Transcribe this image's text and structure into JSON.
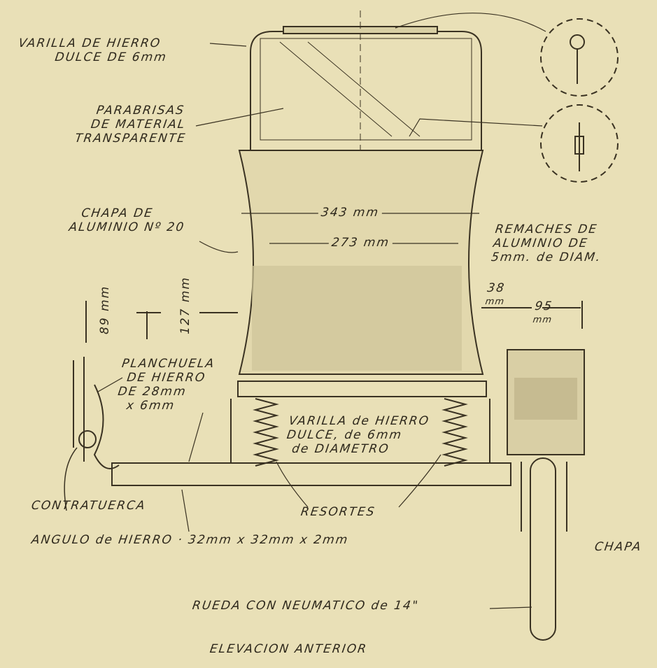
{
  "title": "ELEVACION ANTERIOR",
  "labels": {
    "varilla_top_1": "VARILLA DE HIERRO",
    "varilla_top_2": "DULCE DE 6mm",
    "parabrisas_1": "PARABRISAS",
    "parabrisas_2": "DE MATERIAL",
    "parabrisas_3": "TRANSPARENTE",
    "chapa_1": "CHAPA DE",
    "chapa_2": "ALUMINIO Nº 20",
    "remaches_1": "REMACHES DE",
    "remaches_2": "ALUMINIO DE",
    "remaches_3": "5mm. de DIAM.",
    "planchuela_1": "PLANCHUELA",
    "planchuela_2": "DE HIERRO",
    "planchuela_3": "DE 28mm",
    "planchuela_4": "x 6mm",
    "varilla_mid_1": "VARILLA de HIERRO",
    "varilla_mid_2": "DULCE, de 6mm",
    "varilla_mid_3": "de DIAMETRO",
    "contratuerca": "CONTRATUERCA",
    "resortes": "RESORTES",
    "angulo": "ANGULO de HIERRO · 32mm x 32mm x 2mm",
    "chapa_right": "CHAPA",
    "rueda": "RUEDA CON NEUMATICO de 14\""
  },
  "dimensions": {
    "d343": "343 mm",
    "d273": "273 mm",
    "d89": "89 mm",
    "d127": "127 mm",
    "d38": "38",
    "d38_unit": "mm",
    "d95": "95",
    "d95_unit": "mm"
  },
  "colors": {
    "paper": "#e9e0b7",
    "ink": "#2e281c"
  }
}
